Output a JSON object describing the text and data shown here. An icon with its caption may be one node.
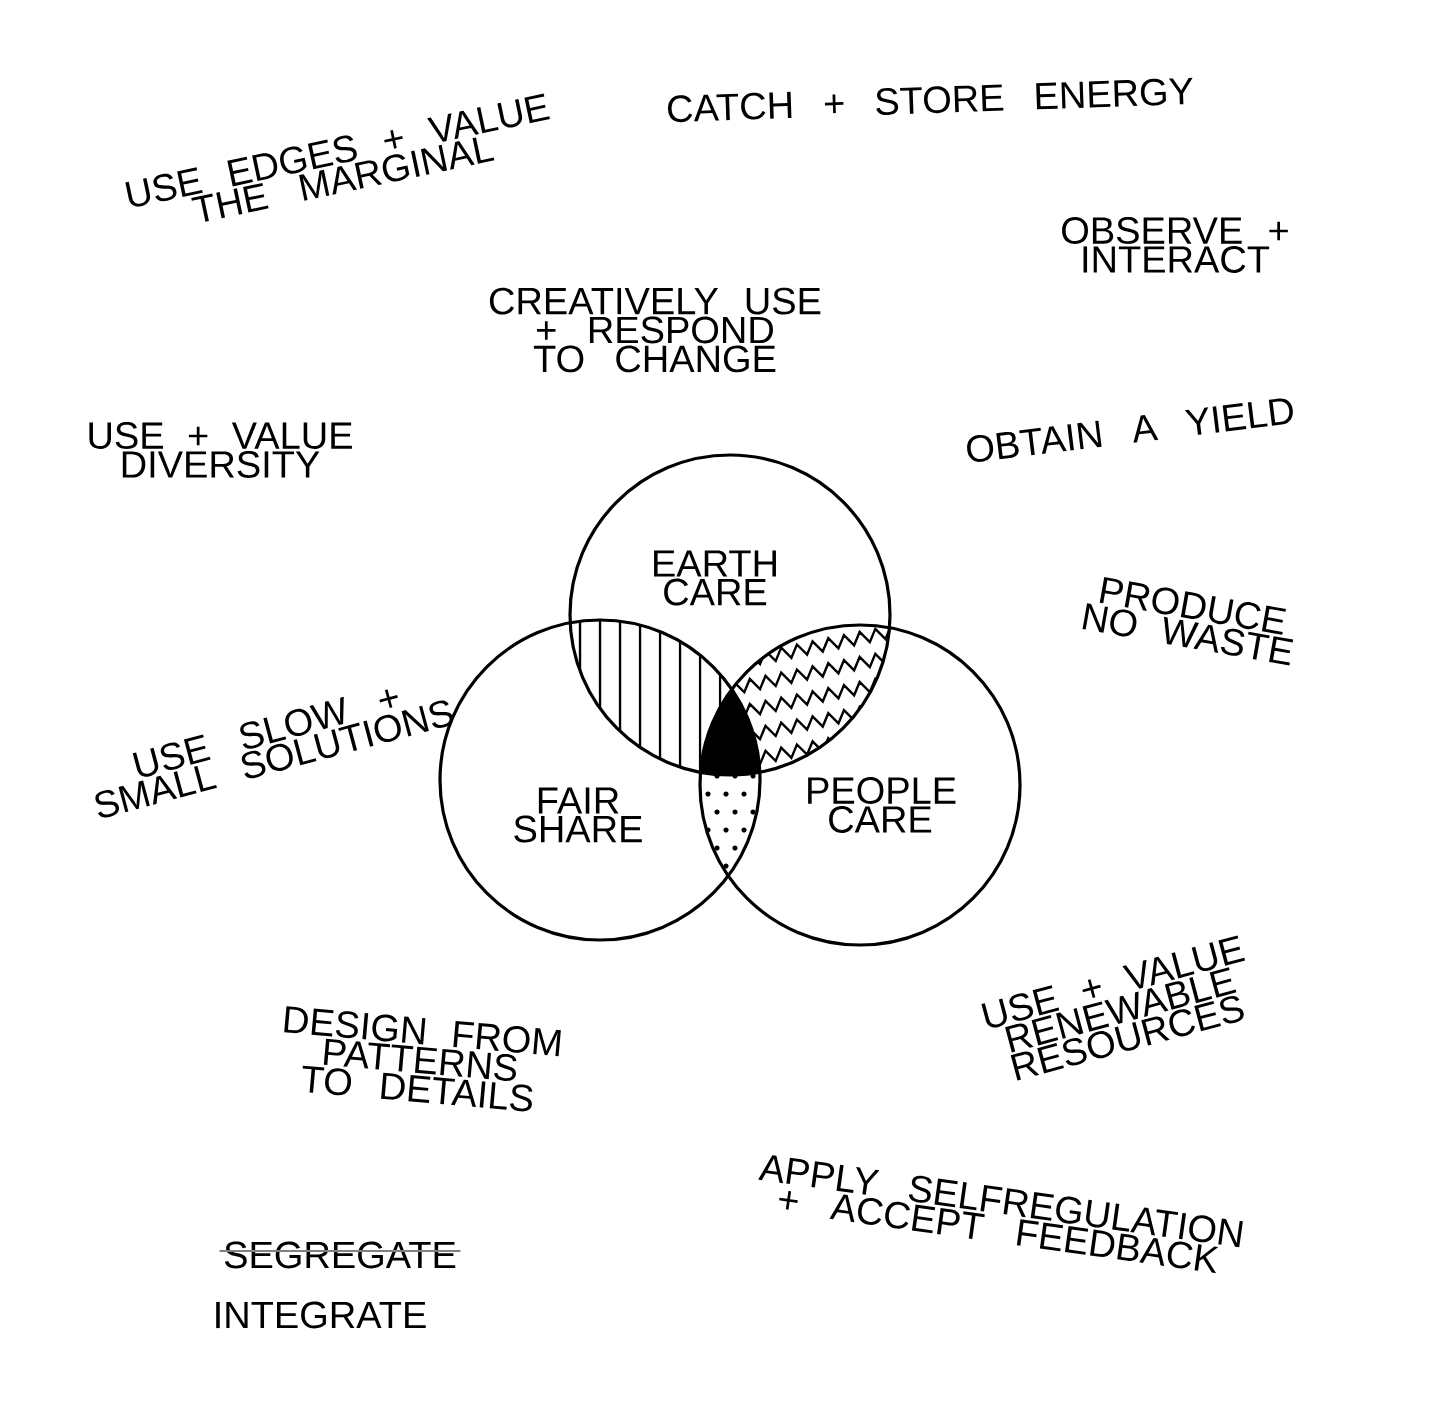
{
  "diagram": {
    "nodes": [
      {
        "text": [
          "EARTH CARE"
        ]
      },
      {
        "text": [
          "FAIR SHARE"
        ]
      },
      {
        "text": [
          "PEOPLE CARE"
        ]
      }
    ],
    "edges": [],
    "labels": [
      "USE EDGES + VALUE THE MARGINAL",
      "CATCH + STORE ENERGY",
      "OBSERVE + INTERACT",
      "CREATIVELY USE + RESPOND TO CHANGE",
      "USE + VALUE DIVERSITY",
      "OBTAIN A YIELD",
      "PRODUCE NO WASTE",
      "USE SLOW + SMALL SOLUTIONS",
      "USE + VALUE RENEWABLE RESOURCES",
      "DESIGN FROM PATTERNS TO DETAILS",
      "APPLY SELFREGULATION + ACCEPT FEEDBACK",
      "SEGREGATE",
      "INTEGRATE"
    ]
  }
}
